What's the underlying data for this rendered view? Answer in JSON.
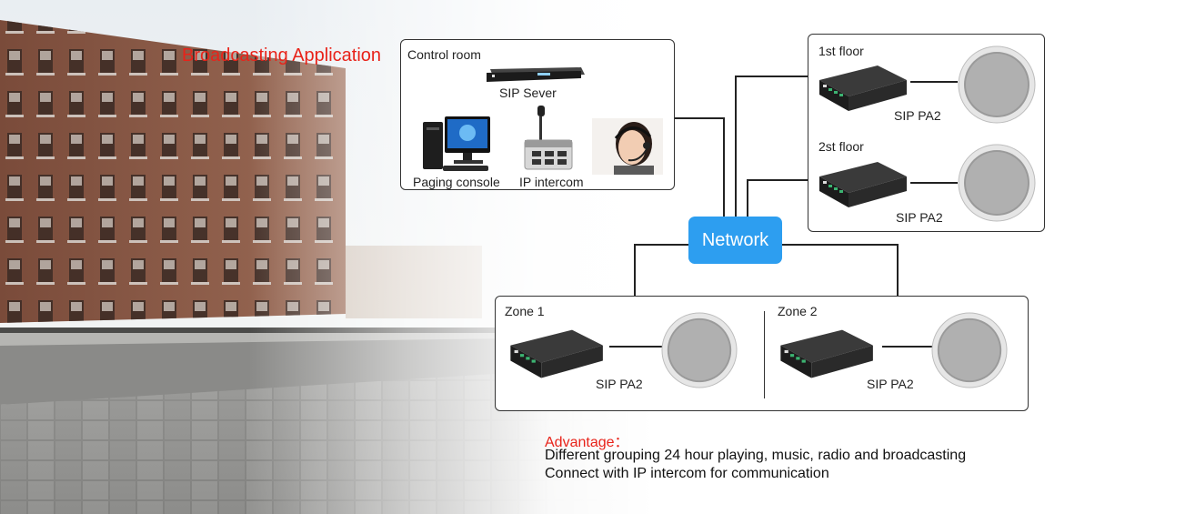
{
  "title": "Broadcasting Application",
  "network": {
    "label": "Network"
  },
  "control_room": {
    "title": "Control room",
    "server_label": "SIP  Sever",
    "paging_label": "Paging console",
    "intercom_label": "IP intercom"
  },
  "floors": {
    "floor1_title": "1st floor",
    "floor1_device": "SIP PA2",
    "floor2_title": "2st floor",
    "floor2_device": "SIP PA2"
  },
  "zones": {
    "zone1_title": "Zone 1",
    "zone1_device": "SIP PA2",
    "zone2_title": "Zone 2",
    "zone2_device": "SIP PA2"
  },
  "advantage": {
    "title": "Advantage：",
    "lines": [
      "Different grouping 24 hour playing, music, radio and broadcasting",
      "Connect with IP intercom for communication"
    ]
  },
  "colors": {
    "title_red": "#e8231a",
    "network_blue": "#2d9ef0",
    "line": "#222222"
  },
  "icons": [
    "building-photo",
    "rack-server-icon",
    "computer-monitor-icon",
    "desk-microphone-icon",
    "operator-headset-photo",
    "sip-amplifier-icon",
    "ceiling-speaker-icon"
  ]
}
